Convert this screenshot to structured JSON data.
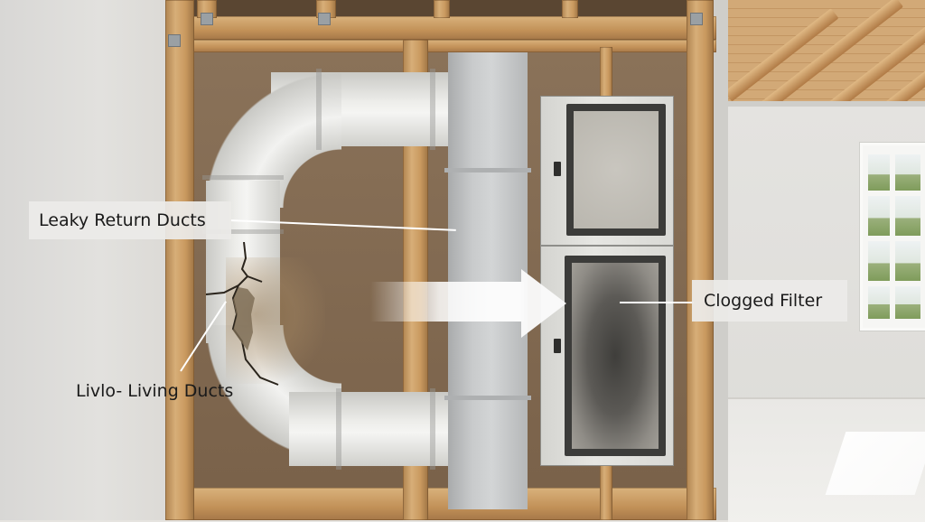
{
  "diagram": {
    "subject": "HVAC return duct system inside wall framing",
    "labels": [
      {
        "id": "leaky-return-ducts",
        "text": "Leaky Return Ducts"
      },
      {
        "id": "living-ducts",
        "text": "Livlo- Living Ducts"
      },
      {
        "id": "clogged-filter",
        "text": "Clogged Filter"
      }
    ],
    "components": {
      "return_duct": "curved round metal duct with crack",
      "trunk_duct": "vertical rectangular sheet-metal duct",
      "filter_cabinet": {
        "upper_filter": "clean",
        "lower_filter": "clogged"
      },
      "airflow_arrow": "right-pointing white arrow"
    },
    "colors": {
      "label_bg": "#ecebe8",
      "label_text": "#1a1a1a",
      "leader_line": "#ffffff",
      "wood": "#c9995f",
      "duct_metal": "#e4e4e1",
      "cabinet": "#dcdcd8",
      "filter_frame": "#3c3c3a"
    }
  }
}
